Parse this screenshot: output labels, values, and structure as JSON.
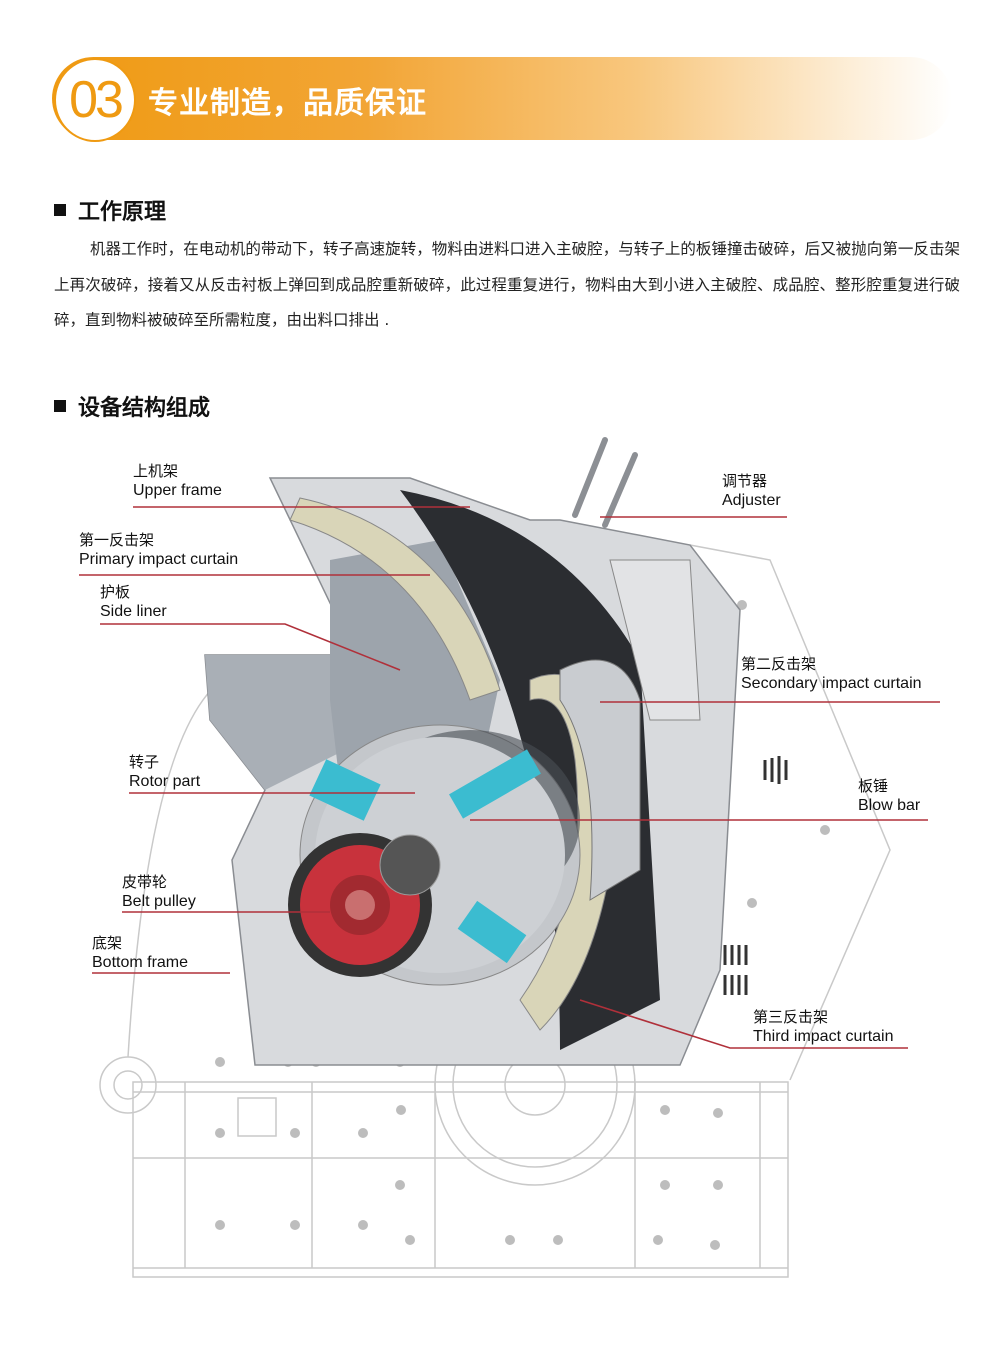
{
  "header": {
    "number": "03",
    "title": "专业制造，品质保证"
  },
  "section1": {
    "title": "工作原理",
    "paragraph": "机器工作时，在电动机的带动下，转子高速旋转，物料由进料口进入主破腔，与转子上的板锤撞击破碎，后又被抛向第一反击架上再次破碎，接着又从反击衬板上弹回到成品腔重新破碎，此过程重复进行，物料由大到小进入主破腔、成品腔、整形腔重复进行破碎，直到物料被破碎至所需粒度，由出料口排出 ."
  },
  "section2": {
    "title": "设备结构组成",
    "labels": [
      {
        "cn": "上机架",
        "en": "Upper frame"
      },
      {
        "cn": "第一反击架",
        "en": "Primary impact curtain"
      },
      {
        "cn": "护板",
        "en": "Side liner"
      },
      {
        "cn": "转子",
        "en": "Rotor part"
      },
      {
        "cn": "皮带轮",
        "en": "Belt pulley"
      },
      {
        "cn": "底架",
        "en": "Bottom frame"
      },
      {
        "cn": "调节器",
        "en": "Adjuster"
      },
      {
        "cn": "第二反击架",
        "en": "Secondary impact curtain"
      },
      {
        "cn": "板锤",
        "en": "Blow bar"
      },
      {
        "cn": "第三反击架",
        "en": "Third impact curtain"
      }
    ]
  },
  "colors": {
    "accent": "#ef9a12",
    "leader": "#b0303a"
  }
}
